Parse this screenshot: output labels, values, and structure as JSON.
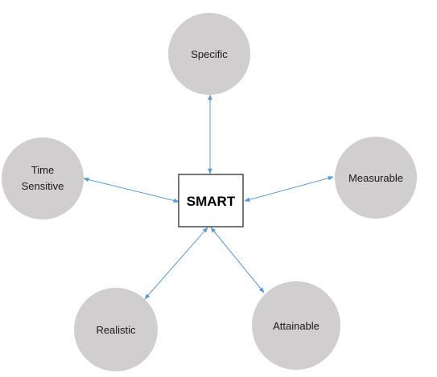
{
  "center": {
    "label": "SMART"
  },
  "nodes": [
    {
      "id": "specific",
      "lines": [
        "Specific"
      ]
    },
    {
      "id": "measurable",
      "lines": [
        "Measurable"
      ]
    },
    {
      "id": "attainable",
      "lines": [
        "Attainable"
      ]
    },
    {
      "id": "realistic",
      "lines": [
        "Realistic"
      ]
    },
    {
      "id": "time-sensitive",
      "lines": [
        "Time",
        "Sensitive"
      ]
    }
  ],
  "edges": [
    {
      "from": "center",
      "to": "specific",
      "bidirectional": true
    },
    {
      "from": "center",
      "to": "measurable",
      "bidirectional": true
    },
    {
      "from": "center",
      "to": "attainable",
      "bidirectional": true
    },
    {
      "from": "center",
      "to": "realistic",
      "bidirectional": true
    },
    {
      "from": "center",
      "to": "time-sensitive",
      "bidirectional": true
    }
  ],
  "colors": {
    "node_fill": "#d0cece",
    "connector": "#5b9bd5",
    "box_border": "#1a1a1a"
  }
}
